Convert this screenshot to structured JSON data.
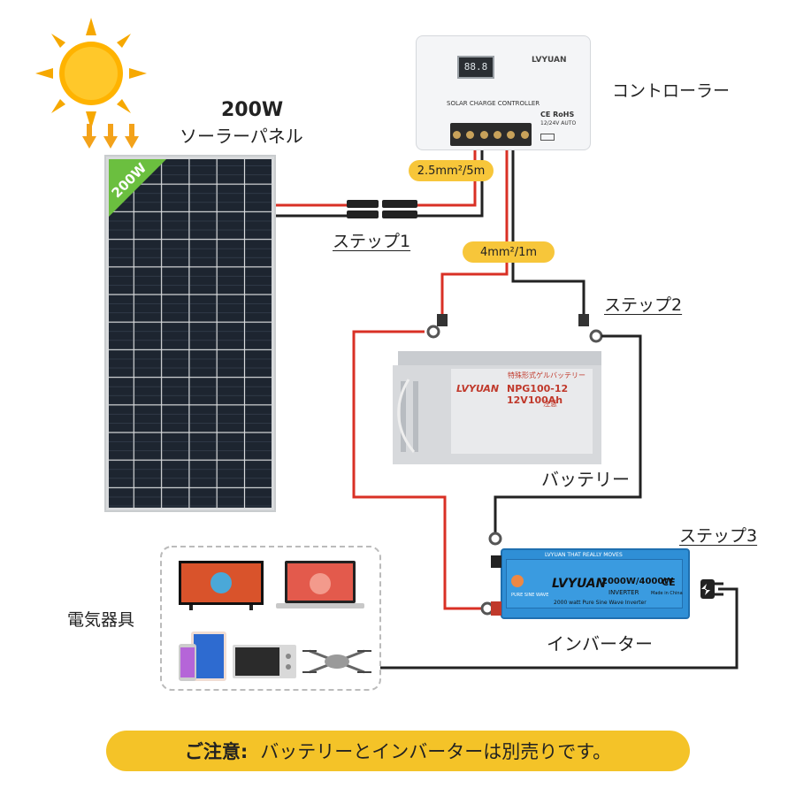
{
  "panel": {
    "wattage_title": "200W",
    "name": "ソーラーパネル",
    "badge": "200W"
  },
  "controller": {
    "name": "コントローラー",
    "display": "88.8",
    "brand": "LVYUAN",
    "model_text": "SOLAR CHARGE CONTROLLER",
    "voltage_text": "12/24V AUTO",
    "cert": "CE RoHS"
  },
  "steps": {
    "step1": "ステップ1",
    "step2": "ステップ2",
    "step3": "ステップ3"
  },
  "cables": {
    "panel_cable": "2.5mm²/5m",
    "battery_cable": "4mm²/1m"
  },
  "battery": {
    "name": "バッテリー",
    "brand": "LVYUAN",
    "type": "特殊形式ゲルバッテリー",
    "model": "NPG100-12 12V100Ah",
    "warning": "注意"
  },
  "inverter": {
    "name": "インバーター",
    "brand": "LVYUAN",
    "rating": "2000W/4000W",
    "tagline": "LVYUAN THAT REALLY MOVES",
    "subtitle": "2000 watt Pure Sine Wave Inverter",
    "sine": "PURE SINE WAVE",
    "sub_inverter": "INVERTER",
    "made": "Made in China",
    "cert": "CE"
  },
  "appliances": {
    "name": "電気器具"
  },
  "notice": {
    "prefix": "ご注意:",
    "text": "バッテリーとインバーターは別売りです。"
  },
  "colors": {
    "positive": "#d93025",
    "negative": "#222222",
    "label_bg": "#f7c63a",
    "inverter_blue": "#2f8fd6"
  }
}
